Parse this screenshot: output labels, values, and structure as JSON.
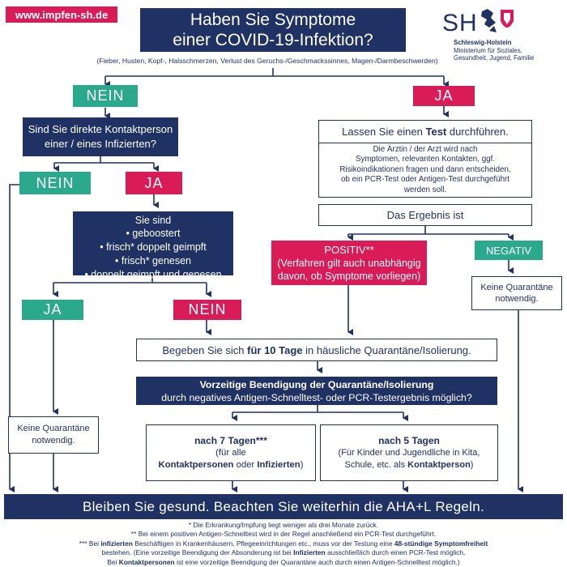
{
  "header": {
    "url": "www.impfen-sh.de",
    "title_line1": "Haben Sie Symptome",
    "title_line2": "einer COVID-19-Infektion?",
    "symptoms": "(Fieber, Husten, Kopf-, Halsschmerzen, Verlust des Geruchs-/Geschmackssinnes, Magen-/Darmbeschwerden)"
  },
  "logo": {
    "initials": "SH",
    "state": "Schleswig-Holstein",
    "ministry_line1": "Ministerium für Soziales,",
    "ministry_line2": "Gesundheit, Jugend, Familie"
  },
  "left": {
    "nein1": "NEIN",
    "contact_q_line1": "Sind Sie direkte Kontaktperson",
    "contact_q_line2": "einer / eines Infizierten?",
    "nein2": "NEIN",
    "ja2": "JA",
    "status_title": "Sie sind",
    "status_items": [
      "geboostert",
      "frisch* doppelt geimpft",
      "frisch* genesen",
      "doppelt geimpft und genesen"
    ],
    "ja3": "JA",
    "nein3": "NEIN",
    "no_quarantine_line1": "Keine Quarantäne",
    "no_quarantine_line2": "notwendig."
  },
  "right": {
    "ja1": "JA",
    "test_pre": "Lassen Sie einen ",
    "test_bold": "Test",
    "test_post": " durchführen.",
    "doctor_line1": "Die Ärztin / der Arzt wird nach",
    "doctor_line2": "Symptomen, relevanten Kontakten, ggf.",
    "doctor_line3": "Risikoindikationen fragen und dann entscheiden,",
    "doctor_line4": "ob ein PCR-Test oder Antigen-Test durchgeführt",
    "doctor_line5": "werden soll.",
    "result": "Das Ergebnis ist",
    "positive_title": "POSITIV**",
    "positive_line1": "(Verfahren gilt auch unabhängig",
    "positive_line2": "davon, ob Symptome vorliegen)",
    "negative": "NEGATIV",
    "neg_line1": "Keine Quarantäne",
    "neg_line2": "notwendig."
  },
  "quarantine": {
    "pre": "Begeben Sie sich ",
    "bold": "für 10 Tage",
    "post": " in häusliche Quarantäne/Isolierung."
  },
  "early_end": {
    "line1": "Vorzeitige Beendigung der Quarantäne/Isolierung",
    "line2": "durch negatives Antigen-Schnelltest- oder PCR-Testergebnis möglich?"
  },
  "day7": {
    "title": "nach 7 Tagen***",
    "line1": "(für alle",
    "bold1": "Kontaktpersonen",
    "mid": " oder ",
    "bold2": "Infizierten",
    "end": ")"
  },
  "day5": {
    "title": "nach 5 Tagen",
    "line1": "(Für Kinder und Jugendliche in Kita,",
    "line2_pre": "Schule, etc. als ",
    "line2_bold": "Kontaktperson",
    "line2_end": ")"
  },
  "bottom_banner": "Bleiben Sie gesund. Beachten Sie weiterhin die AHA+L Regeln.",
  "footnotes": {
    "f1": "* Die Erkrankung/Impfung liegt weniger als drei Monate zurück.",
    "f2": "** Bei einem positiven Antigen-Schnelltest wird in der Regel anschließend ein PCR-Test durchgeführt.",
    "f3_a": "*** Bei ",
    "f3_b": "infizierten",
    "f3_c": " Beschäftigen in Krankenhäusern, Pflegeeinrichtungen etc., muss vor der Testung eine ",
    "f3_d": "48-stündige Symptomfreiheit",
    "f4_a": "bestehen. (Eine vorzeitige Beendigung der Absonderung ist bei ",
    "f4_b": "Infizierten",
    "f4_c": " ausschließlich durch einen PCR-Test möglich.",
    "f5_a": "Bei ",
    "f5_b": "Kontaktpersonen",
    "f5_c": " ist eine vorzeitige Beendigung der Quarantäne auch durch einen Antigen-Schnelltest möglich.)"
  },
  "colors": {
    "navy": "#1f3263",
    "red": "#d91b57",
    "teal": "#2aa98d"
  }
}
